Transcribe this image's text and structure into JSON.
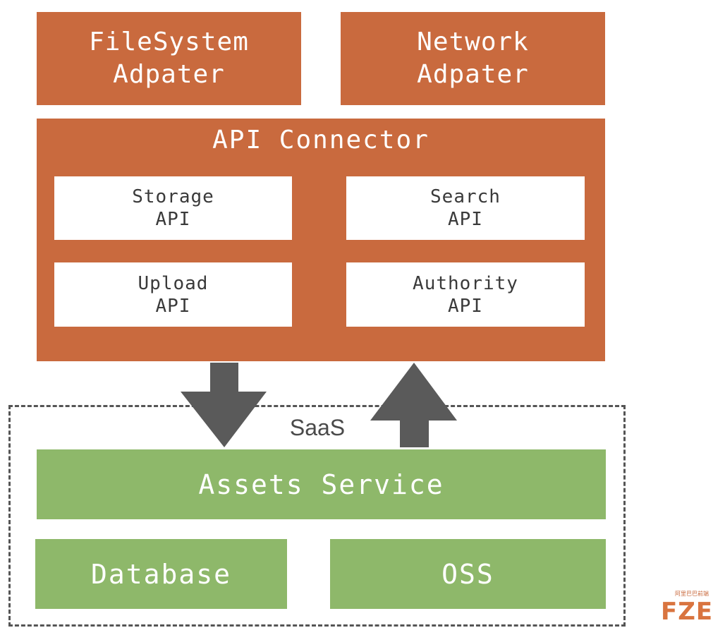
{
  "adapters": {
    "filesystem": "FileSystem\nAdpater",
    "network": "Network\nAdpater"
  },
  "api_connector": {
    "title": "API Connector",
    "storage": "Storage\nAPI",
    "search": "Search\nAPI",
    "upload": "Upload\nAPI",
    "authority": "Authority\nAPI"
  },
  "saas": {
    "label": "SaaS",
    "assets_service": "Assets Service",
    "database": "Database",
    "oss": "OSS"
  },
  "colors": {
    "orange": "#c96a3e",
    "green": "#8eb86a",
    "arrow": "#5a5a5a"
  },
  "logo": {
    "text": "FZE",
    "small_text": "阿里巴巴前端"
  }
}
